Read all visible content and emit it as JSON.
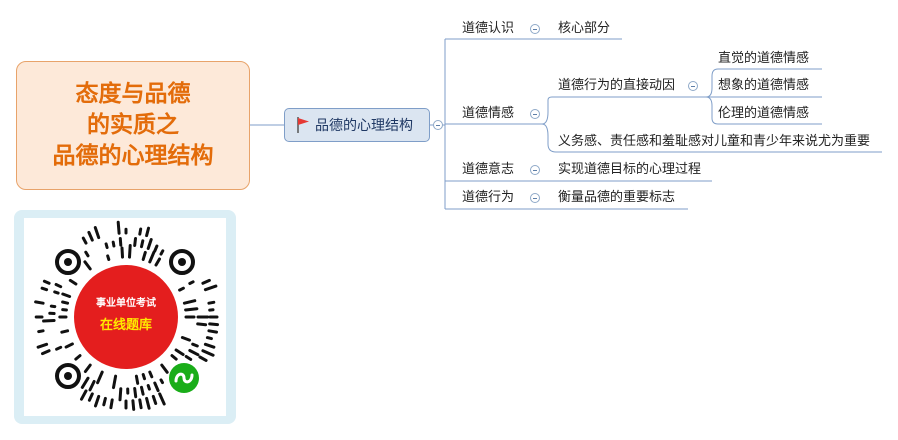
{
  "title": {
    "lines": [
      "态度与品德",
      "的实质之",
      "品德的心理结构"
    ]
  },
  "center": {
    "label": "品德的心理结构",
    "icon": "red-flag-icon"
  },
  "branches": {
    "cognition": {
      "label": "道德认识",
      "child": "核心部分"
    },
    "emotion": {
      "label": "道德情感",
      "motive": "道德行为的直接动因",
      "types": [
        "直觉的道德情感",
        "想象的道德情感",
        "伦理的道德情感"
      ],
      "note": "义务感、责任感和羞耻感对儿童和青少年来说尤为重要"
    },
    "will": {
      "label": "道德意志",
      "child": "实现道德目标的心理过程"
    },
    "behavior": {
      "label": "道德行为",
      "child": "衡量品德的重要标志"
    }
  },
  "qr": {
    "line1": "事业单位考试",
    "line2": "在线题库",
    "icon": "mini-program-icon"
  },
  "colors": {
    "title_text": "#e36c0a",
    "title_fill": "#fde9d9",
    "center_fill": "#dbe5f1",
    "line": "#7f9ec8",
    "badge_red": "#e41e1e",
    "badge_yellow": "#ffe800",
    "mini_green": "#1aad19"
  }
}
